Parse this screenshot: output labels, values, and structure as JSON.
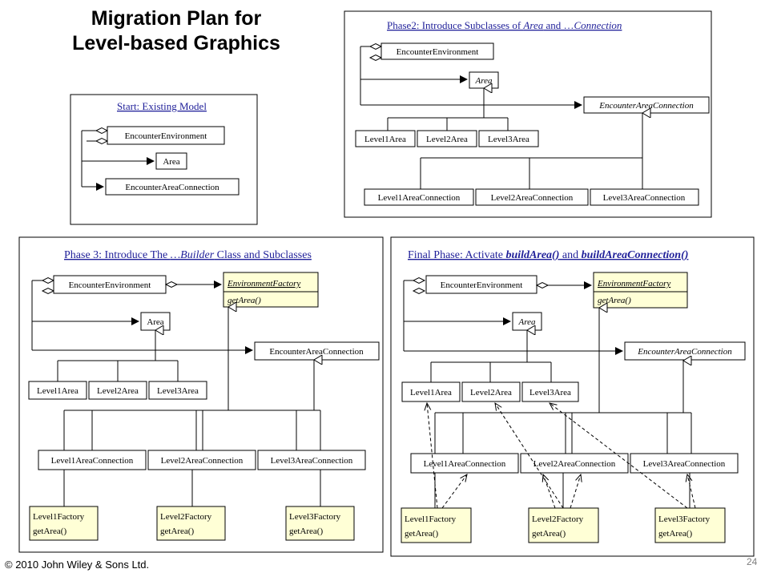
{
  "slide": {
    "title_line1": "Migration Plan for",
    "title_line2": "Level-based Graphics",
    "footer": "© 2010 John Wiley & Sons Ltd.",
    "page_number": "24"
  },
  "panels": {
    "start": {
      "title": "Start: Existing Model",
      "encounter_env": "EncounterEnvironment",
      "area": "Area",
      "encounter_area_connection": "EncounterAreaConnection"
    },
    "phase2": {
      "title_prefix": "Phase2: Introduce Subclasses of ",
      "title_area": "Area",
      "title_mid": " and …",
      "title_conn": "Connection",
      "encounter_env": "EncounterEnvironment",
      "area": "Area",
      "encounter_area_connection": "EncounterAreaConnection",
      "level_areas": [
        "Level1Area",
        "Level2Area",
        "Level3Area"
      ],
      "level_connections": [
        "Level1AreaConnection",
        "Level2AreaConnection",
        "Level3AreaConnection"
      ]
    },
    "phase3": {
      "title_prefix": "Phase 3: Introduce The ",
      "title_builder": "…Builder",
      "title_suffix": " Class and Subclasses",
      "encounter_env": "EncounterEnvironment",
      "factory_name": "EnvironmentFactory",
      "factory_method": "getArea()",
      "area": "Area",
      "encounter_area_connection": "EncounterAreaConnection",
      "level_areas": [
        "Level1Area",
        "Level2Area",
        "Level3Area"
      ],
      "level_connections": [
        "Level1AreaConnection",
        "Level2AreaConnection",
        "Level3AreaConnection"
      ],
      "level_factories": [
        "Level1Factory",
        "Level2Factory",
        "Level3Factory"
      ],
      "level_factory_method": "getArea()"
    },
    "final": {
      "title_prefix": "Final Phase: Activate ",
      "title_m1": "buildArea()",
      "title_mid": " and ",
      "title_m2": "buildAreaConnection()",
      "encounter_env": "EncounterEnvironment",
      "factory_name": "EnvironmentFactory",
      "factory_method": "getArea()",
      "area": "Area",
      "encounter_area_connection": "EncounterAreaConnection",
      "level_areas": [
        "Level1Area",
        "Level2Area",
        "Level3Area"
      ],
      "level_connections": [
        "Level1AreaConnection",
        "Level2AreaConnection",
        "Level3AreaConnection"
      ],
      "level_factories": [
        "Level1Factory",
        "Level2Factory",
        "Level3Factory"
      ],
      "level_factory_method": "getArea()"
    }
  },
  "colors": {
    "title_blue": "#1f1f99",
    "factory_fill": "#ffffd6",
    "line": "#000000",
    "panel_border": "#000000"
  }
}
